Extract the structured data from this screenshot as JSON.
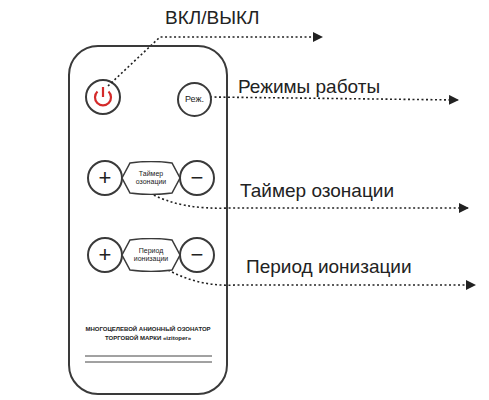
{
  "diagram": {
    "nodes": [
      {
        "text": [
          "МНОГОЦЕЛЕВОЙ АНИОННЫЙ ОЗОНАТОР ТОРГОВОЙ МАРКИ «izitoper»"
        ]
      },
      {
        "text": [
          "Реж."
        ],
        "in": 0
      },
      {
        "text": [
          "+"
        ],
        "in": 0
      },
      {
        "text": [
          "Таймер озонации"
        ],
        "in": 0
      },
      {
        "text": [
          "−"
        ],
        "in": 0
      },
      {
        "text": [
          "+"
        ],
        "in": 0
      },
      {
        "text": [
          "Период ионизации"
        ],
        "in": 0
      },
      {
        "text": [
          "−"
        ],
        "in": 0
      }
    ],
    "labels": [
      "ВКЛ/ВЫКЛ",
      "Режимы работы",
      "Таймер озонации",
      "Период ионизации"
    ]
  }
}
